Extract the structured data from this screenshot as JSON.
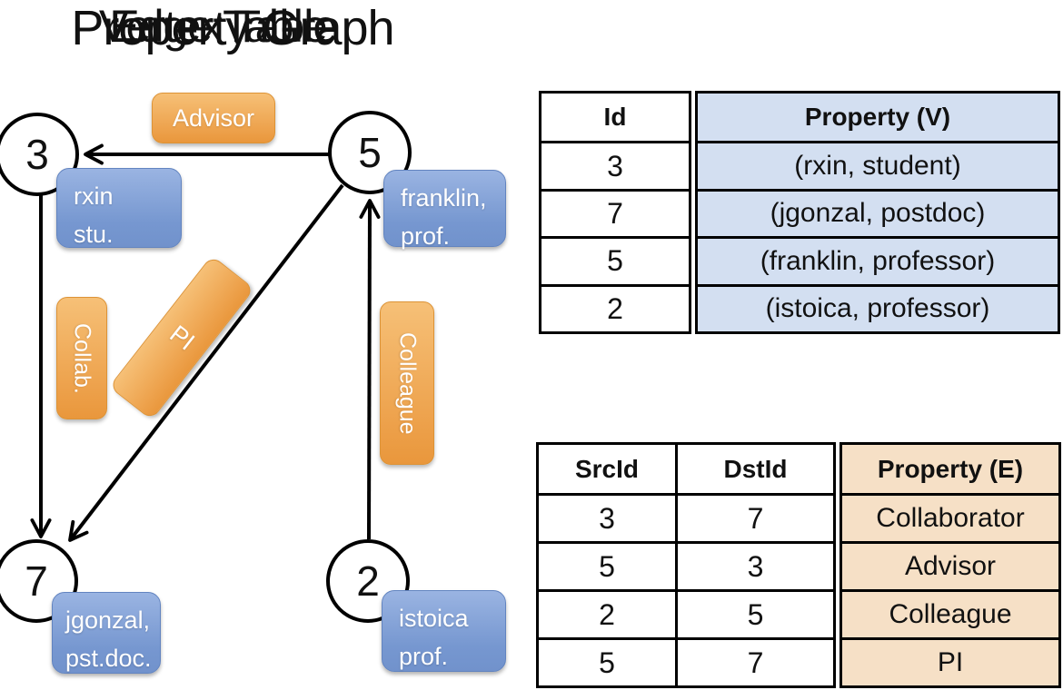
{
  "graph": {
    "title": "Property Graph",
    "vertices": [
      {
        "id": "3",
        "property": "rxin\nstu."
      },
      {
        "id": "5",
        "property": "franklin,\nprof."
      },
      {
        "id": "7",
        "property": "jgonzal,\npst.doc."
      },
      {
        "id": "2",
        "property": "istoica\nprof."
      }
    ],
    "edges": [
      {
        "src": "5",
        "dst": "3",
        "label": "Advisor"
      },
      {
        "src": "3",
        "dst": "7",
        "label": "Collab."
      },
      {
        "src": "5",
        "dst": "7",
        "label": "PI"
      },
      {
        "src": "2",
        "dst": "5",
        "label": "Colleague"
      }
    ]
  },
  "vertex_table": {
    "title": "Vertex Table",
    "headers": {
      "id": "Id",
      "property": "Property (V)"
    },
    "rows": [
      {
        "id": "3",
        "property": "(rxin, student)"
      },
      {
        "id": "7",
        "property": "(jgonzal, postdoc)"
      },
      {
        "id": "5",
        "property": "(franklin, professor)"
      },
      {
        "id": "2",
        "property": "(istoica, professor)"
      }
    ]
  },
  "edge_table": {
    "title": "Edge Table",
    "headers": {
      "src": "SrcId",
      "dst": "DstId",
      "property": "Property (E)"
    },
    "rows": [
      {
        "src": "3",
        "dst": "7",
        "property": "Collaborator"
      },
      {
        "src": "5",
        "dst": "3",
        "property": "Advisor"
      },
      {
        "src": "2",
        "dst": "5",
        "property": "Colleague"
      },
      {
        "src": "5",
        "dst": "7",
        "property": "PI"
      }
    ]
  },
  "colors": {
    "edge-label-fill": "#eda14b",
    "vertex-property-fill": "#7697d0",
    "vertex-table-property-bg": "#d3dff1",
    "edge-table-property-bg": "#f6e0c6",
    "line-color": "#000000"
  }
}
